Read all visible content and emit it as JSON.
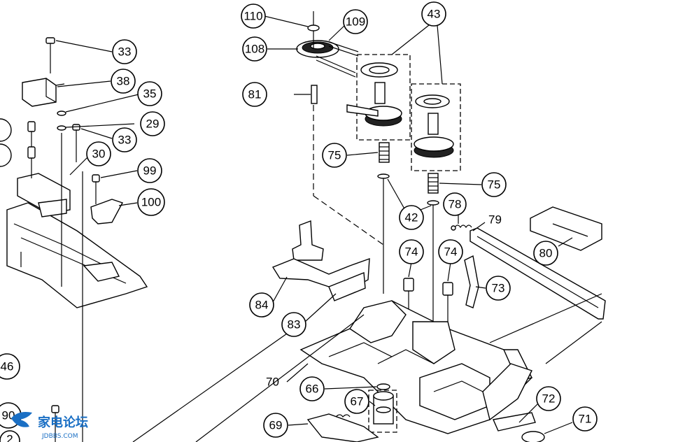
{
  "labels": {
    "c110": "110",
    "c109": "109",
    "c108": "108",
    "c43": "43",
    "c81": "81",
    "c75a": "75",
    "c75b": "75",
    "c42": "42",
    "c78": "78",
    "c79": "79",
    "c80": "80",
    "c74a": "74",
    "c74b": "74",
    "c73": "73",
    "c84": "84",
    "c83": "83",
    "c70": "70",
    "c66": "66",
    "c67": "67",
    "c69": "69",
    "c72": "72",
    "c71": "71",
    "c33a": "33",
    "c38": "38",
    "c35": "35",
    "c29": "29",
    "c33b": "33",
    "c30": "30",
    "c99": "99",
    "c100": "100",
    "c46": "46",
    "c90": "90",
    "c2": "2"
  },
  "watermark": {
    "brand": "家电论坛",
    "site": "JDBBS.COM"
  },
  "colors": {
    "ink": "#000000",
    "paper": "#ffffff",
    "watermark": "#1a6fc4"
  }
}
